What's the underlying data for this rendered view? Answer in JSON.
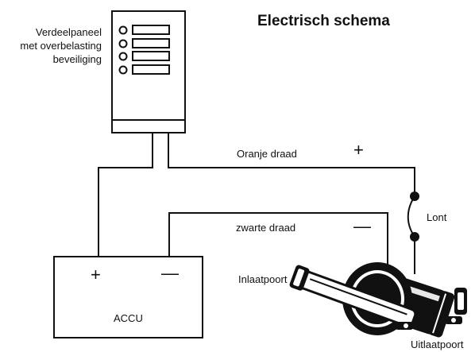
{
  "title": "Electrisch schema",
  "panel_label": {
    "line1": "Verdeelpaneel",
    "line2": "met overbelasting",
    "line3": "beveiliging"
  },
  "wires": {
    "orange": "Oranje draad",
    "black": "zwarte draad"
  },
  "fuse": "Lont",
  "battery": {
    "label": "ACCU",
    "plus": "+",
    "minus": "—"
  },
  "pump": {
    "inlet": "Inlaatpoort",
    "outlet": "Uitlaatpoort"
  },
  "signs": {
    "plus": "+",
    "minus": "—"
  },
  "colors": {
    "line": "#111111",
    "background": "#ffffff"
  }
}
